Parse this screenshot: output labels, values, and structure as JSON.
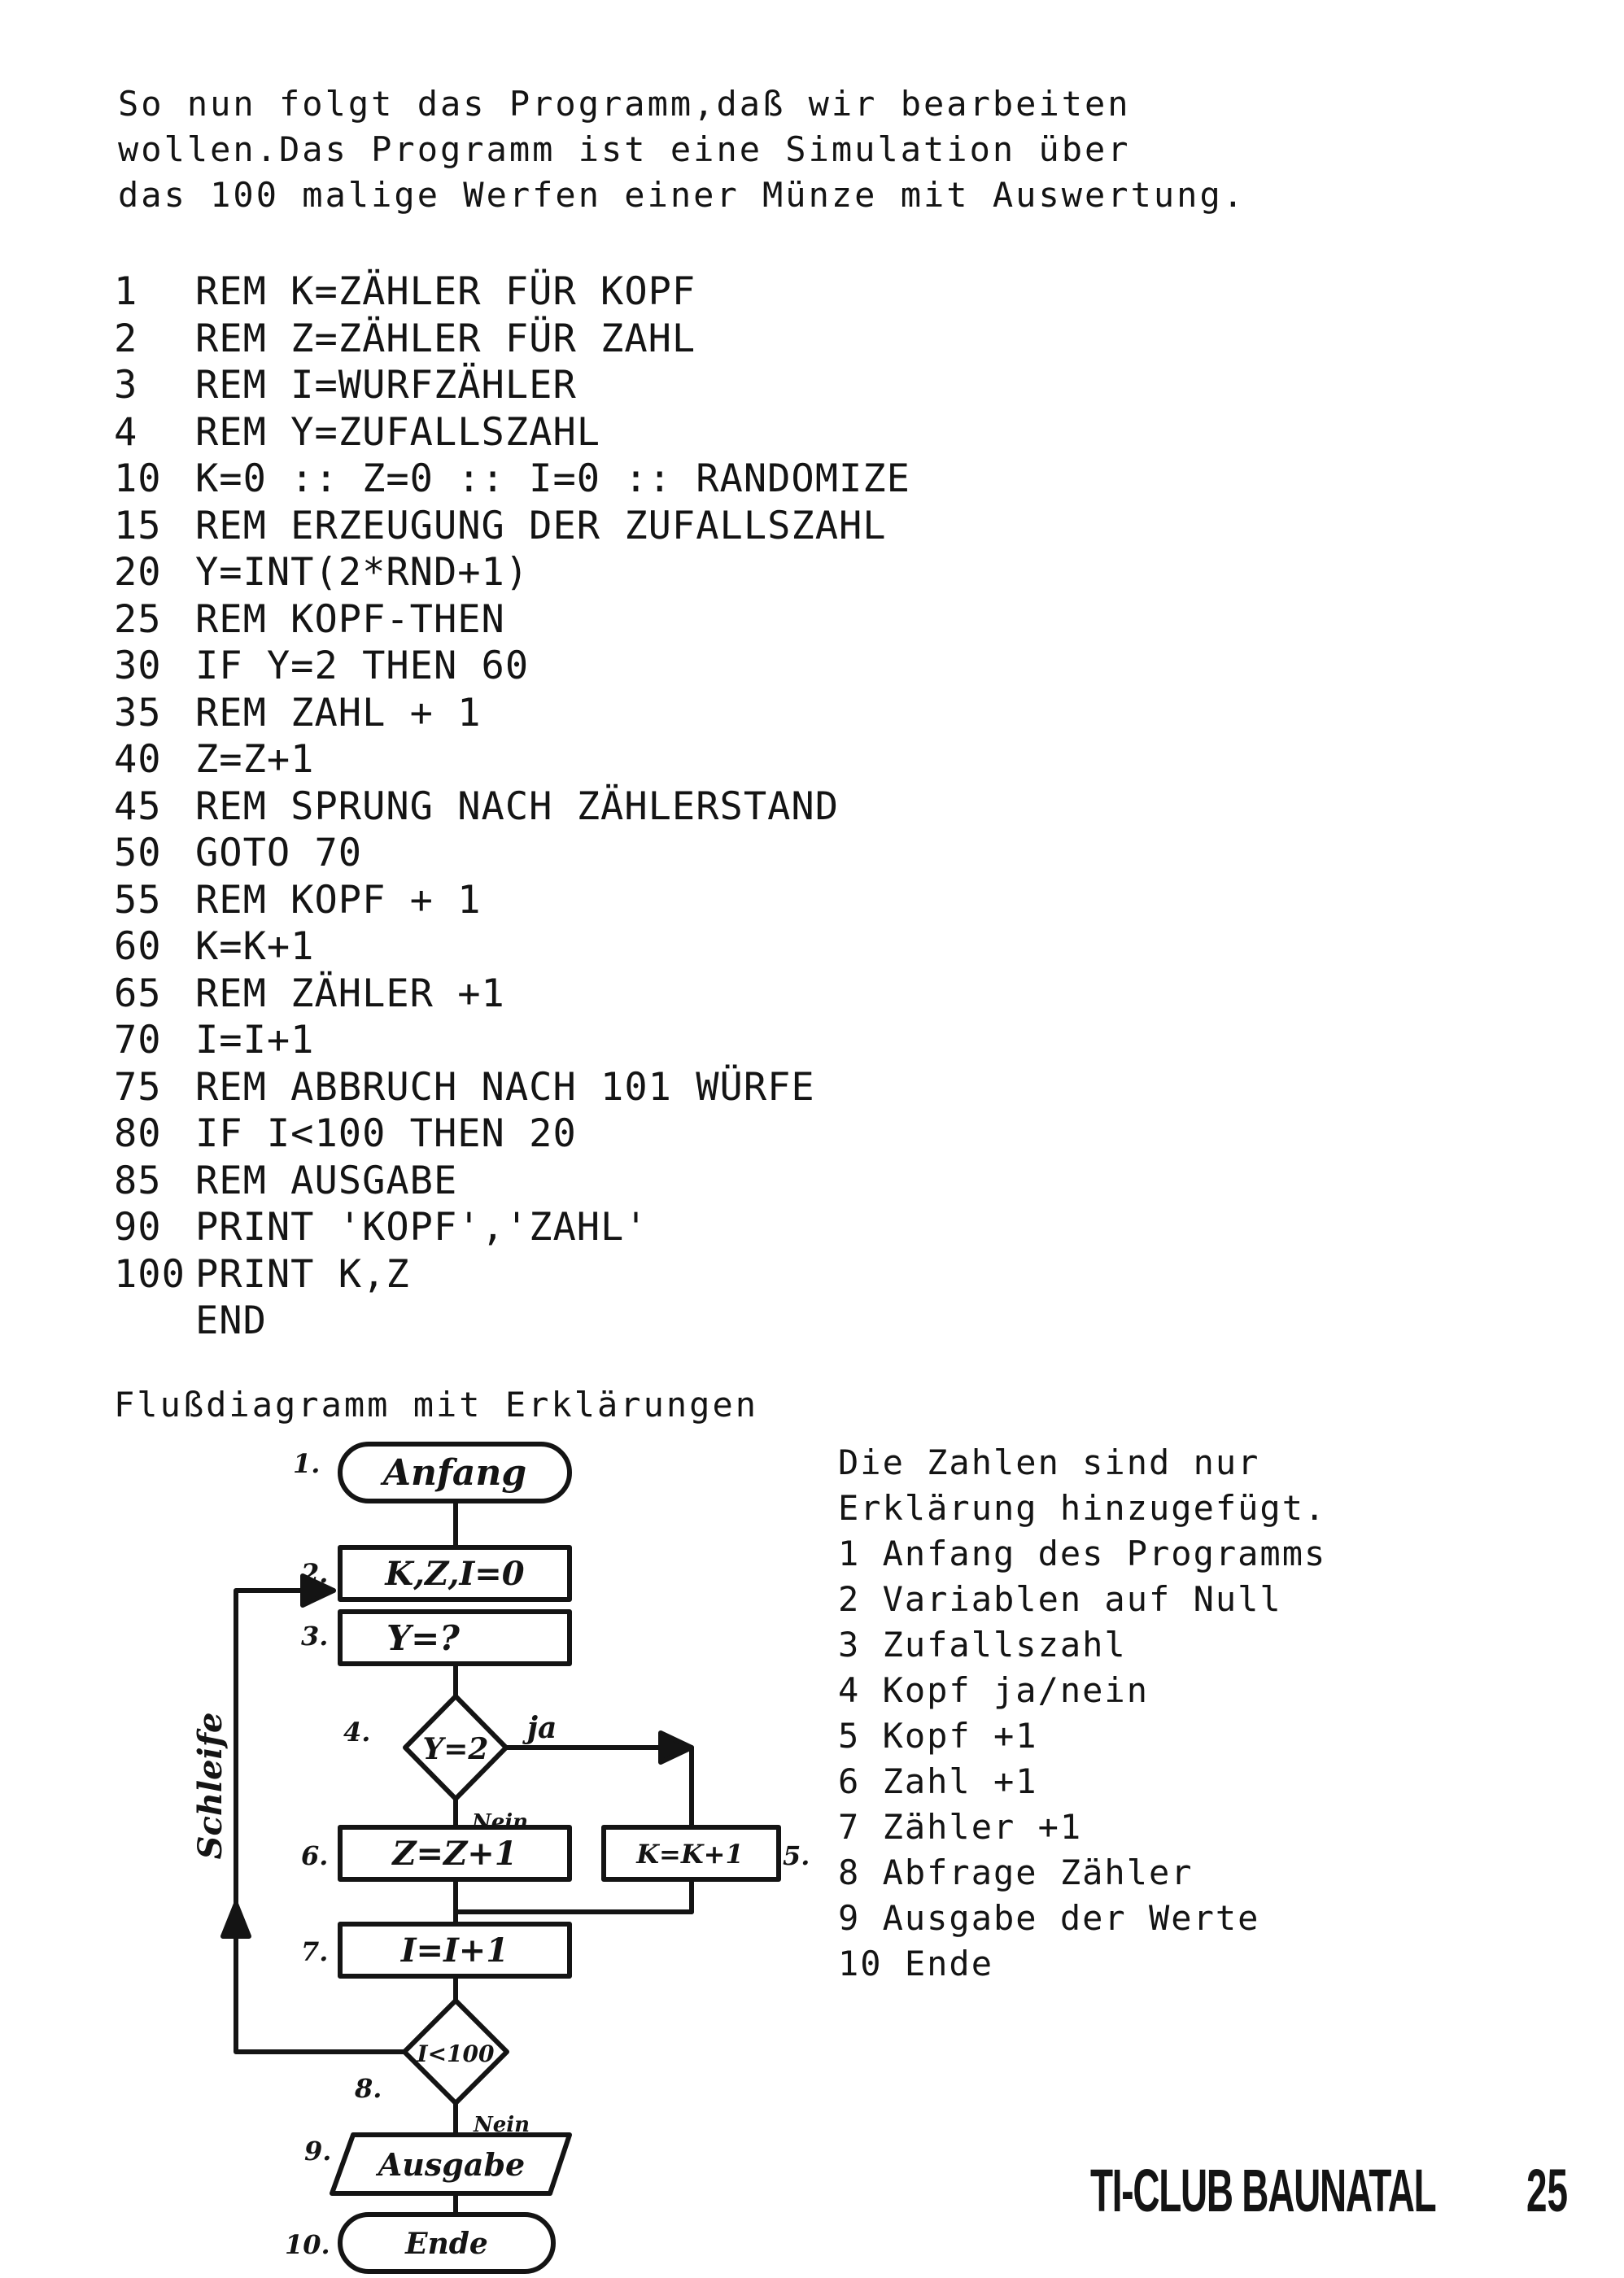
{
  "intro": [
    "So nun folgt das Programm,daß wir bearbeiten",
    "wollen.Das Programm ist eine Simulation über",
    "das 100 malige Werfen einer Münze mit Auswertung."
  ],
  "program": [
    {
      "num": "1",
      "code": "REM K=ZÄHLER FÜR KOPF"
    },
    {
      "num": "2",
      "code": "REM Z=ZÄHLER FÜR ZAHL"
    },
    {
      "num": "3",
      "code": "REM I=WURFZÄHLER"
    },
    {
      "num": "4",
      "code": "REM Y=ZUFALLSZAHL"
    },
    {
      "num": "10",
      "code": "K=0 :: Z=0 :: I=0 :: RANDOMIZE"
    },
    {
      "num": "15",
      "code": "REM ERZEUGUNG DER ZUFALLSZAHL"
    },
    {
      "num": "20",
      "code": "Y=INT(2*RND+1)"
    },
    {
      "num": "25",
      "code": "REM KOPF-THEN"
    },
    {
      "num": "30",
      "code": "IF Y=2 THEN 60"
    },
    {
      "num": "35",
      "code": "REM ZAHL + 1"
    },
    {
      "num": "40",
      "code": "Z=Z+1"
    },
    {
      "num": "45",
      "code": "REM SPRUNG NACH ZÄHLERSTAND"
    },
    {
      "num": "50",
      "code": "GOTO 70"
    },
    {
      "num": "55",
      "code": "REM KOPF + 1"
    },
    {
      "num": "60",
      "code": "K=K+1"
    },
    {
      "num": "65",
      "code": "REM ZÄHLER +1"
    },
    {
      "num": "70",
      "code": "I=I+1"
    },
    {
      "num": "75",
      "code": "REM ABBRUCH NACH 101 WÜRFE"
    },
    {
      "num": "80",
      "code": "IF I<100 THEN 20"
    },
    {
      "num": "85",
      "code": "REM AUSGABE"
    },
    {
      "num": "90",
      "code": "PRINT 'KOPF','ZAHL'"
    },
    {
      "num": "100",
      "code": "PRINT K,Z"
    },
    {
      "num": "",
      "code": "END"
    }
  ],
  "flow_heading": "Flußdiagramm mit Erklärungen",
  "legend": [
    "Die Zahlen sind nur",
    "Erklärung hinzugefügt.",
    "1 Anfang des Programms",
    "2 Variablen auf Null",
    "3 Zufallszahl",
    "4 Kopf ja/nein",
    "5 Kopf +1",
    "6 Zahl +1",
    "7 Zähler +1",
    "8 Abfrage Zähler",
    "9 Ausgabe der Werte",
    "10 Ende"
  ],
  "flowchart": {
    "start": "Anfang",
    "init": "K,Z,I=0",
    "random": "Y=?",
    "decision1": "Y=2",
    "yes": "ja",
    "no": "Nein",
    "kopf": "K=K+1",
    "zahl": "Z=Z+1",
    "counter": "I=I+1",
    "decision2": "I<100",
    "no2": "Nein",
    "output": "Ausgabe",
    "end": "Ende",
    "loop": "Schleife",
    "step_numbers": [
      "1.",
      "2.",
      "3.",
      "4.",
      "5.",
      "6.",
      "7.",
      "8.",
      "9.",
      "10."
    ]
  },
  "footer": {
    "club": "TI-CLUB BAUNATAL",
    "page": "25"
  }
}
